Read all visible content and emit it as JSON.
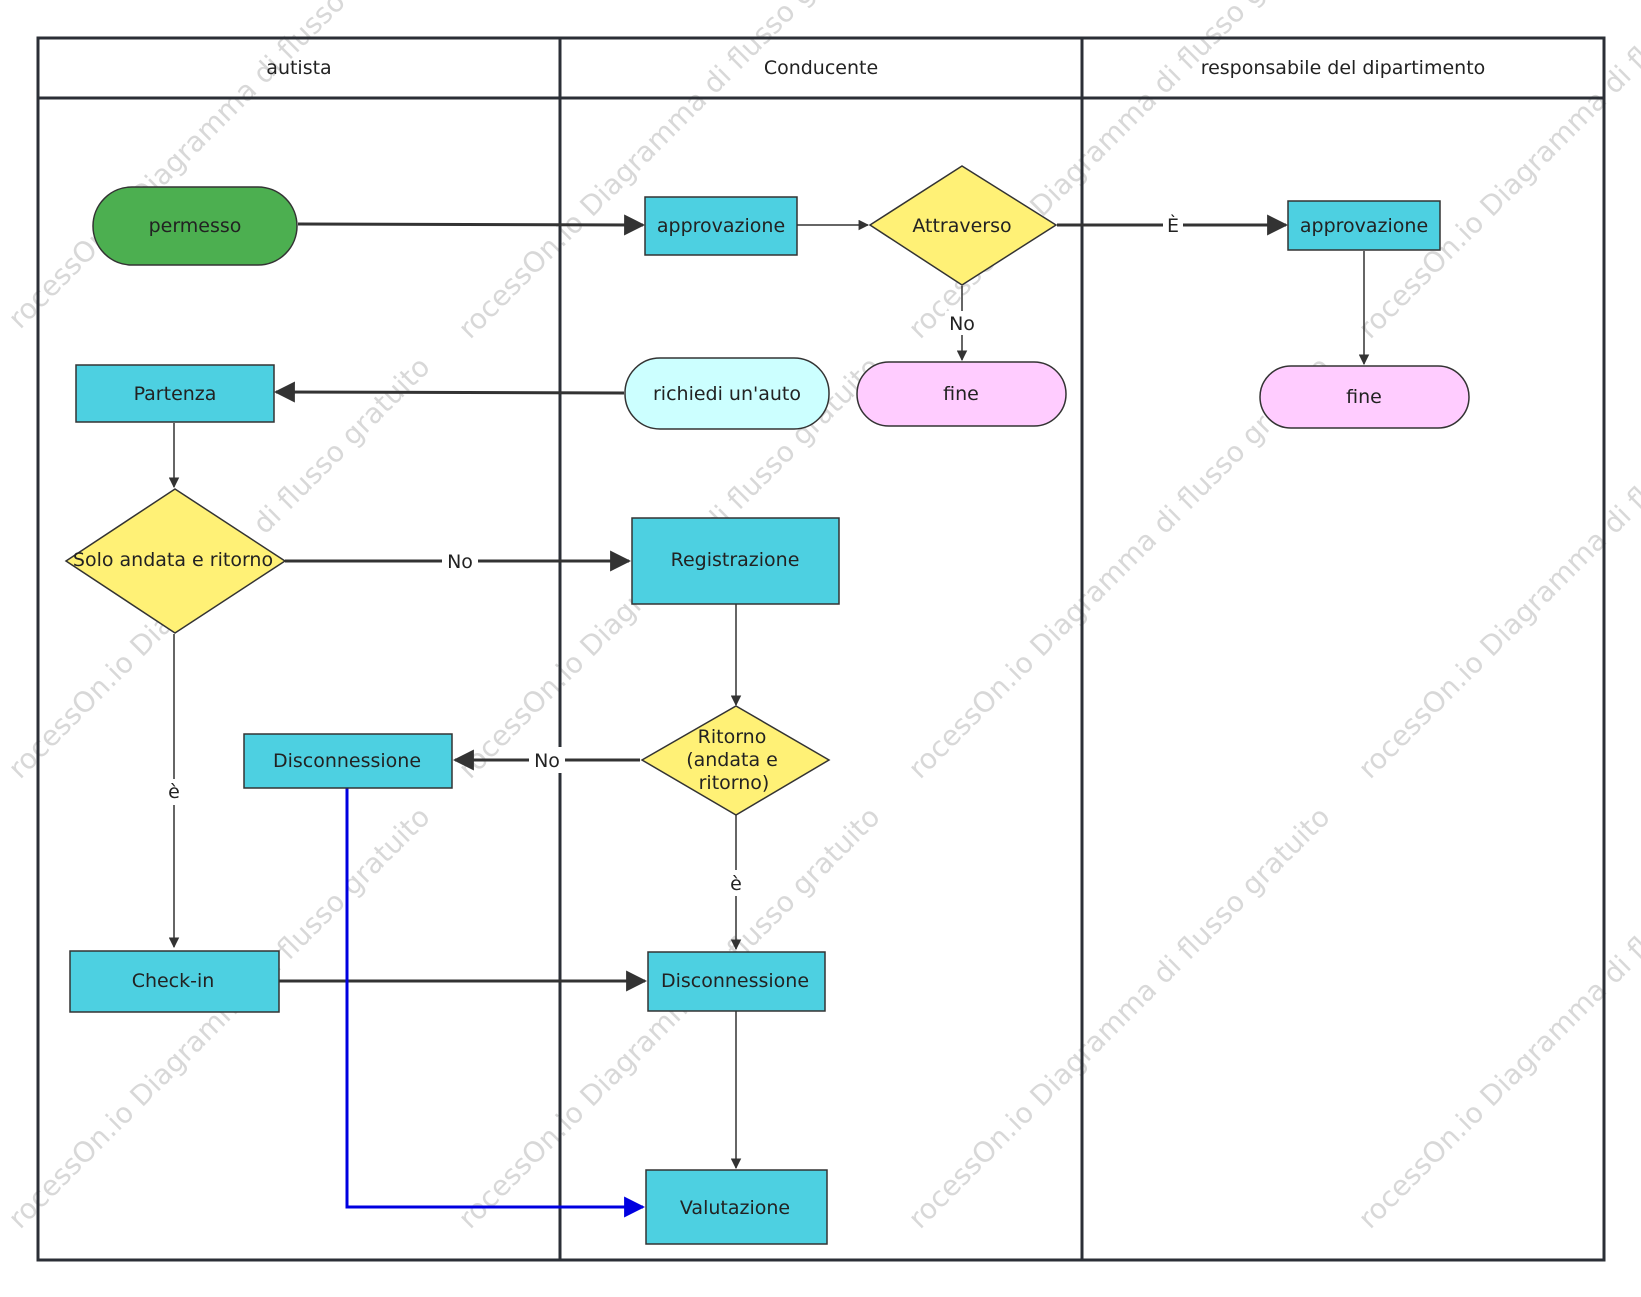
{
  "lanes": [
    "autista",
    "Conducente",
    "responsabile del dipartimento"
  ],
  "nodes": {
    "permesso": "permesso",
    "approvazione_1": "approvazione",
    "attraverso": "Attraverso",
    "approvazione_2": "approvazione",
    "fine_1": "fine",
    "fine_2": "fine",
    "richiedi": "richiedi un'auto",
    "partenza": "Partenza",
    "solo_andata": "Solo andata e ritorno",
    "registrazione": "Registrazione",
    "ritorno": [
      "Ritorno",
      "(andata e",
      "ritorno)"
    ],
    "disconnessione_1": "Disconnessione",
    "checkin": "Check-in",
    "disconnessione_2": "Disconnessione",
    "valutazione": "Valutazione"
  },
  "edge_labels": {
    "attraverso_yes": "È",
    "attraverso_no": "No",
    "solo_no": "No",
    "solo_yes": "è",
    "ritorno_no": "No",
    "ritorno_yes": "è"
  },
  "watermark": "rocessOn.io Diagramma di flusso gratuito",
  "colors": {
    "process": "#4dd0e1",
    "decision": "#fff176",
    "start": "#4caf50",
    "end": "#ffccff",
    "request": "#ccffff",
    "highlight_edge": "#0000e0",
    "edge": "#333333",
    "frame": "#2b2f36"
  }
}
